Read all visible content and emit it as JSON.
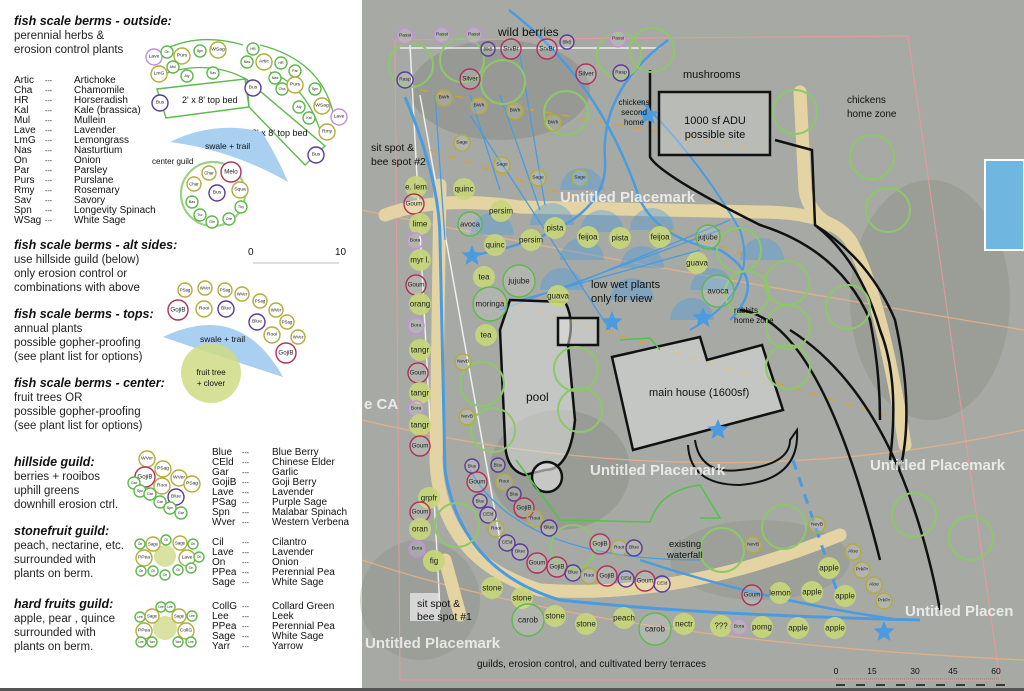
{
  "legend": {
    "outside": {
      "title": "fish scale berms - outside:",
      "desc": [
        "perennial herbs &",
        "erosion control plants"
      ],
      "items": [
        [
          "Artic",
          "---",
          "Artichoke"
        ],
        [
          "Cha",
          "---",
          "Chamomile"
        ],
        [
          "HR",
          "---",
          "Horseradish"
        ],
        [
          "Kal",
          "---",
          "Kale (brassica)"
        ],
        [
          "Mul",
          "---",
          "Mullein"
        ],
        [
          "Lave",
          "---",
          "Lavender"
        ],
        [
          "LmG",
          "---",
          "Lemongrass"
        ],
        [
          "Nas",
          "---",
          "Nasturtium"
        ],
        [
          "On",
          "---",
          "Onion"
        ],
        [
          "Par",
          "---",
          "Parsley"
        ],
        [
          "Purs",
          "---",
          "Purslane"
        ],
        [
          "Rmy",
          "---",
          "Rosemary"
        ],
        [
          "Sav",
          "---",
          "Savory"
        ],
        [
          "Spn",
          "---",
          "Longevity Spinach"
        ],
        [
          "WSag",
          "---",
          "White Sage"
        ]
      ]
    },
    "alt_sides": {
      "title": "fish scale berms - alt sides:",
      "desc": [
        "use hillside guild (below)",
        "only erosion control or",
        "combinations with above"
      ]
    },
    "tops": {
      "title": "fish scale berms - tops:",
      "desc": [
        "annual plants",
        "possible gopher-proofing",
        "(see plant list for options)"
      ]
    },
    "center": {
      "title": "fish scale berms - center:",
      "desc": [
        "fruit trees OR",
        "possible gopher-proofing",
        "(see plant list for options)"
      ]
    },
    "hillside": {
      "title": "hillside guild:",
      "desc": [
        "berries + rooibos",
        "uphill greens",
        "downhill erosion ctrl."
      ],
      "items": [
        [
          "Blue",
          "---",
          "Blue Berry"
        ],
        [
          "CEld",
          "---",
          "Chinese Elder"
        ],
        [
          "Gar",
          "---",
          "Garlic"
        ],
        [
          "GojiB",
          "---",
          "Goji Berry"
        ],
        [
          "Lave",
          "---",
          "Lavender"
        ],
        [
          "PSag",
          "---",
          "Purple Sage"
        ],
        [
          "Spn",
          "---",
          "Malabar Spinach"
        ],
        [
          "Wver",
          "---",
          "Western Verbena"
        ]
      ]
    },
    "stonefruit": {
      "title": "stonefruit guild:",
      "desc": [
        "peach, nectarine, etc.",
        "surrounded with",
        "plants on berm."
      ],
      "items": [
        [
          "Cil",
          "---",
          "Cilantro"
        ],
        [
          "Lave",
          "---",
          "Lavender"
        ],
        [
          "On",
          "---",
          "Onion"
        ],
        [
          "PPea",
          "---",
          "Perennial Pea"
        ],
        [
          "Sage",
          "---",
          "White Sage"
        ]
      ]
    },
    "hardfruits": {
      "title": "hard fruits guild:",
      "desc": [
        "apple, pear , quince",
        "surrounded with",
        "plants on berm."
      ],
      "items": [
        [
          "CollG",
          "---",
          "Collard Green"
        ],
        [
          "Lee",
          "---",
          "Leek"
        ],
        [
          "PPea",
          "---",
          "Perennial Pea"
        ],
        [
          "Sage",
          "---",
          "White Sage"
        ],
        [
          "Yarr",
          "---",
          "Yarrow"
        ]
      ]
    }
  },
  "diagrams": {
    "outside_plants": [
      "Lave",
      "On",
      "Purs",
      "Spn",
      "WSag",
      "Mul",
      "LmG",
      "Aly",
      "Sav",
      "Bus",
      "Bus",
      "HR",
      "Nas",
      "Artic",
      "HR",
      "Par",
      "Nas",
      "Cha",
      "Purs",
      "Spn",
      "Aly",
      "WSag",
      "Kal",
      "Lave",
      "Rmy",
      "Bus"
    ],
    "top_bed_label": "2' x 8' top bed",
    "swale_label": "swale + trail",
    "center_guild_label": "center guild",
    "center_plants": [
      "Char",
      "Melo",
      "Char",
      "Bus",
      "Squa",
      "Bas",
      "Thy",
      "Tur",
      "Gin",
      "Ore"
    ],
    "scale": [
      "0",
      "10"
    ],
    "alt_plants": [
      "PSag",
      "WVer",
      "PSag",
      "WVer",
      "PSag",
      "WVer",
      "PSag",
      "WVer",
      "GojiB",
      "Rooi",
      "Blue",
      "Blue",
      "Rooi",
      "GojiB"
    ],
    "fruit_tree": [
      "fruit tree",
      "+ clover"
    ],
    "hillside_plants": [
      "WVer",
      "GojiB",
      "PSag",
      "WVer",
      "Rooi",
      "PSag",
      "Blue",
      "Gar",
      "Spn",
      "Gar",
      "Gar",
      "Spn",
      "Gar"
    ],
    "stonefruit_plants": [
      "On",
      "Sage",
      "Cil",
      "Sage",
      "On",
      "PPea",
      "Lave",
      "On",
      "On",
      "Cil",
      "On",
      "Cil",
      "On"
    ],
    "hardfruit_plants": [
      "Lee",
      "Lee",
      "Lee",
      "Sage",
      "Sage",
      "Lee",
      "PPea",
      "CollG",
      "Lee",
      "Yarr",
      "Yarr",
      "Lee"
    ]
  },
  "map": {
    "labels": {
      "wild_berries": "wild berries",
      "mushrooms": "mushrooms",
      "chickens_second": [
        "chickens",
        "second",
        "home"
      ],
      "adu": [
        "1000 sf ADU",
        "possible site"
      ],
      "chickens_home": [
        "chickens",
        "home zone"
      ],
      "sit_spot_2": [
        "sit spot &",
        "bee spot #2"
      ],
      "low_wet": [
        "low wet plants",
        "only for view"
      ],
      "rabbits": [
        "rabbits",
        "home zone"
      ],
      "main_house": "main house (1600sf)",
      "pool": "pool",
      "waterfall": [
        "existing",
        "waterfall"
      ],
      "sit_spot_1": [
        "sit spot &",
        "bee spot #1"
      ],
      "footer": "guilds, erosion control, and cultivated berry terraces"
    },
    "placemarks": [
      "Untitled Placemark",
      "Untitled Placemark",
      "Untitled Placemark",
      "Untitled Placemark",
      "Untitled Placen",
      "e CA"
    ],
    "plants": [
      "Passi",
      "Passi",
      "Passi",
      "BlkB",
      "SrvBr",
      "SrvBr",
      "BlkB",
      "Passi",
      "Rasp",
      "Silver",
      "Silver",
      "Rasp",
      "BWh",
      "BWh",
      "BWh",
      "BWh",
      "Sage",
      "Sage",
      "Sage",
      "Sage",
      "e. lem",
      "Goum",
      "lime",
      "quinc",
      "persim",
      "avoca",
      "Bora",
      "myr l.",
      "quinc",
      "persim",
      "pista",
      "feijoa",
      "pista",
      "feijoa",
      "jujube",
      "guava",
      "Goum",
      "tea",
      "jujube",
      "orang",
      "moringa",
      "guava",
      "avoca",
      "Bora",
      "tea",
      "tangr",
      "NevB",
      "Goum",
      "tangr",
      "Bora",
      "NevB",
      "tangr",
      "Goum",
      "Blue",
      "Blue",
      "Goum",
      "Rooi",
      "Blue",
      "Blue",
      "GojiB",
      "CEld",
      "Rooi",
      "Rooi",
      "Blue",
      "CEld",
      "Blue",
      "Goum",
      "GojiB",
      "Blue",
      "Rooi",
      "GojiB",
      "Rooi",
      "Blue",
      "GojiB",
      "CEld",
      "Goum",
      "CEld",
      "grpfr",
      "Goum",
      "oran",
      "Bora",
      "fig",
      "stone",
      "stone",
      "carob",
      "stone",
      "stone",
      "peach",
      "carob",
      "nectr",
      "NevB",
      "NevB",
      "Aloe",
      "PrkPr",
      "Aloe",
      "PrkPr",
      "apple",
      "apple",
      "apple",
      "lemon",
      "Goum",
      "???",
      "Bora",
      "pomg",
      "apple",
      "apple"
    ],
    "scale": [
      "0",
      "15",
      "30",
      "45",
      "60"
    ]
  },
  "colors": {
    "green": "#5cb94a",
    "olive": "#b3ac3a",
    "purple": "#5b3a9a",
    "magenta": "#b0305a",
    "lilac": "#c58ee0",
    "tree": "#c8d67a",
    "water": "#4a9be0",
    "trail": "#e4d4a4",
    "map_bg": "#a7aaa4"
  }
}
